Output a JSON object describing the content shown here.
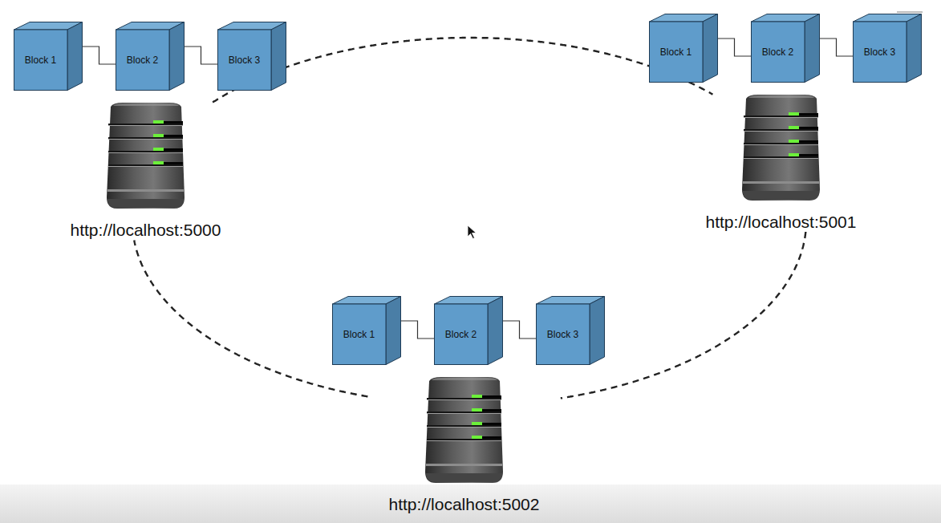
{
  "diagram": {
    "nodes": [
      {
        "text": [
          "http://localhost:5000"
        ]
      },
      {
        "text": [
          "Block 1"
        ]
      },
      {
        "text": [
          "Block 2"
        ]
      },
      {
        "text": [
          "Block 3"
        ]
      },
      {
        "text": [
          "http://localhost:5001"
        ]
      },
      {
        "text": [
          "Block 1"
        ]
      },
      {
        "text": [
          "Block 2"
        ]
      },
      {
        "text": [
          "Block 3"
        ]
      },
      {
        "text": [
          "http://localhost:5002"
        ]
      },
      {
        "text": [
          "Block 1"
        ]
      },
      {
        "text": [
          "Block 2"
        ]
      },
      {
        "text": [
          "Block 3"
        ]
      }
    ],
    "edges": [
      {
        "from": 0,
        "to": 4,
        "arrow": "none"
      },
      {
        "from": 4,
        "to": 8,
        "arrow": "none"
      },
      {
        "from": 8,
        "to": 0,
        "arrow": "none"
      },
      {
        "from": 1,
        "to": 2,
        "arrow": "none"
      },
      {
        "from": 2,
        "to": 3,
        "arrow": "none"
      },
      {
        "from": 5,
        "to": 6,
        "arrow": "none"
      },
      {
        "from": 6,
        "to": 7,
        "arrow": "none"
      },
      {
        "from": 9,
        "to": 10,
        "arrow": "none"
      },
      {
        "from": 10,
        "to": 11,
        "arrow": "none"
      }
    ]
  }
}
